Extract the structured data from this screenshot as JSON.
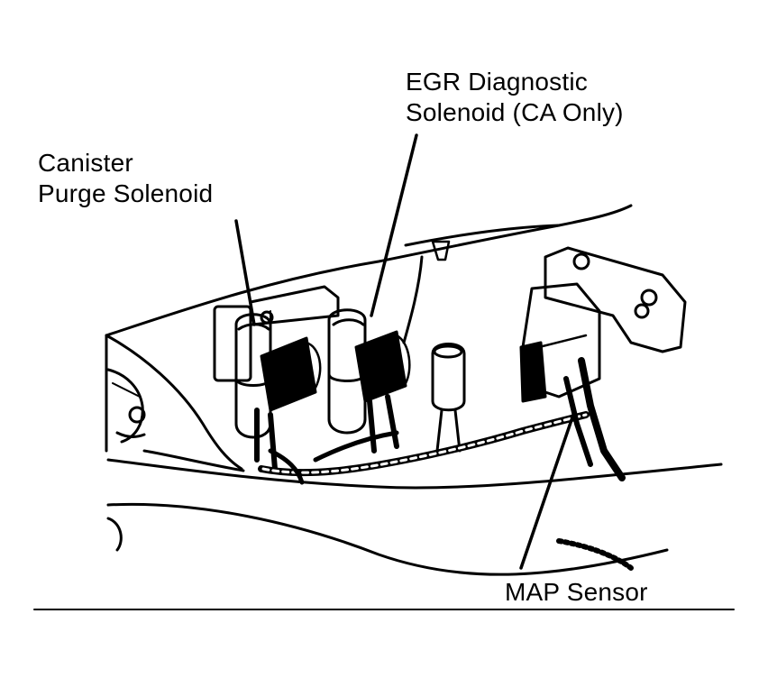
{
  "labels": {
    "canister": {
      "line1": "Canister",
      "line2": "Purge Solenoid"
    },
    "egr": {
      "line1": "EGR Diagnostic",
      "line2": "Solenoid (CA Only)"
    },
    "map": {
      "line1": "MAP Sensor"
    }
  },
  "colors": {
    "ink": "#000000",
    "paper": "#ffffff"
  }
}
